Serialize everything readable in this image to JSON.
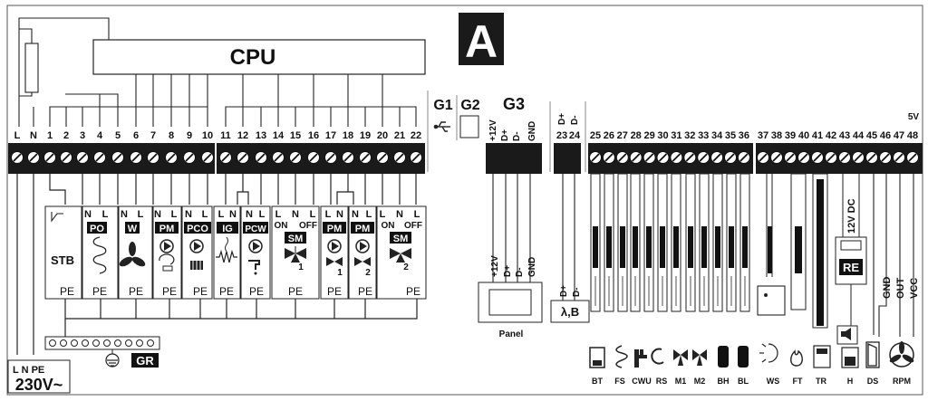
{
  "section_badge": "A",
  "cpu_label": "CPU",
  "left_terminals": [
    "L",
    "N",
    "1",
    "2",
    "3",
    "4",
    "5",
    "6",
    "7",
    "8",
    "9",
    "10",
    "11",
    "12",
    "13",
    "14",
    "15",
    "16",
    "17",
    "18",
    "19",
    "20",
    "21",
    "22"
  ],
  "g_ports": {
    "g1": "G1",
    "g2": "G2",
    "g3": "G3"
  },
  "g3_pins": [
    "+12V",
    "D+",
    "D-",
    "GND"
  ],
  "mid_pins_top": [
    "D+",
    "D-"
  ],
  "mid_numbers": [
    "23",
    "24"
  ],
  "right_numbers": [
    "25",
    "26",
    "27",
    "28",
    "29",
    "30",
    "31",
    "32",
    "33",
    "34",
    "35",
    "36",
    "37",
    "38",
    "39",
    "40",
    "41",
    "42",
    "43",
    "44",
    "45",
    "46",
    "47",
    "48"
  ],
  "five_v": "5V",
  "modules": {
    "stb": "STB",
    "pe": "PE",
    "nl": [
      "N",
      "L"
    ],
    "ln": [
      "L",
      "N"
    ],
    "po": "PO",
    "w": "W",
    "pm": "PM",
    "pco": "PCO",
    "ig": "IG",
    "pcw": "PCW",
    "sm": "SM",
    "on": "ON",
    "off": "OFF",
    "l": "L",
    "n": "N",
    "sub1": "1",
    "sub2": "2"
  },
  "panel": {
    "pins": [
      "+12V",
      "D+",
      "D-",
      "GND"
    ],
    "label": "Panel"
  },
  "lambda": {
    "pins": [
      "D+",
      "D-"
    ],
    "label": "λ,B"
  },
  "re_block": {
    "label": "RE",
    "voltage": "12V DC"
  },
  "rpm_pins": [
    "GND",
    "OUT",
    "VCC"
  ],
  "ground_bar": {
    "label": "GR"
  },
  "power": {
    "pins": "L N PE",
    "voltage": "230V~"
  },
  "sensors": [
    "BT",
    "FS",
    "CWU",
    "RS",
    "M1",
    "M2",
    "BH",
    "BL",
    "WS",
    "FT",
    "TR",
    "H",
    "DS",
    "RPM"
  ]
}
